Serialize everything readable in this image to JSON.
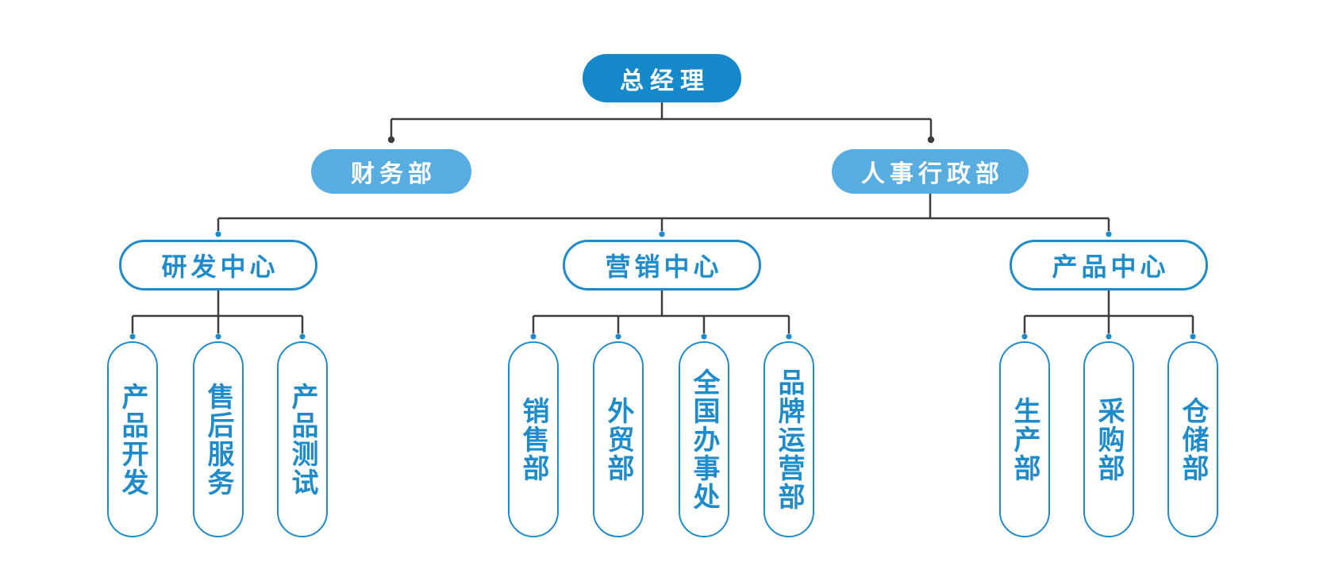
{
  "diagram": {
    "type": "org-chart",
    "root": {
      "label": "总经理"
    },
    "level2": [
      {
        "label": "财务部"
      },
      {
        "label": "人事行政部"
      }
    ],
    "centers": [
      {
        "label": "研发中心",
        "children": [
          {
            "label": "产品开发"
          },
          {
            "label": "售后服务"
          },
          {
            "label": "产品测试"
          }
        ]
      },
      {
        "label": "营销中心",
        "children": [
          {
            "label": "销售部"
          },
          {
            "label": "外贸部"
          },
          {
            "label": "全国办事处"
          },
          {
            "label": "品牌运营部"
          }
        ]
      },
      {
        "label": "产品中心",
        "children": [
          {
            "label": "生产部"
          },
          {
            "label": "采购部"
          },
          {
            "label": "仓储部"
          }
        ]
      }
    ],
    "colors": {
      "level1_fill": "#1689cb",
      "level2_fill": "#57ace0",
      "outline_blue": "#1e8bca",
      "text_on_fill": "#ffffff",
      "connector_line": "#3d3d3d",
      "connector_dot_dark": "#3d3d3d",
      "connector_dot_blue": "#1e8bca",
      "background": "#ffffff"
    }
  }
}
